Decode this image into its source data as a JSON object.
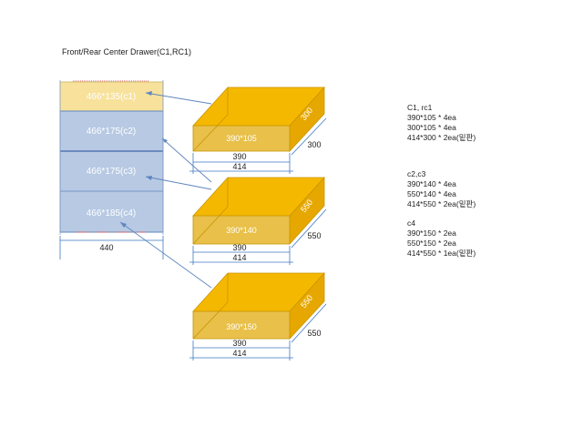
{
  "title": "Front/Rear  Center Drawer(C1,RC1)",
  "cabinet": {
    "top_label": "466*135(c1)",
    "drawers": [
      "466*175(c2)",
      "466*175(c3)",
      "466*185(c4)"
    ],
    "width_label": "440"
  },
  "boxes": [
    {
      "face": "390*105",
      "side": "300",
      "depth": "300",
      "inner": "390",
      "outer": "414"
    },
    {
      "face": "390*140",
      "side": "550",
      "depth": "550",
      "inner": "390",
      "outer": "414"
    },
    {
      "face": "390*150",
      "side": "550",
      "depth": "550",
      "inner": "390",
      "outer": "414"
    }
  ],
  "notes": [
    {
      "heading": "C1, rc1",
      "lines": [
        "390*105  * 4ea",
        "300*105  * 4ea",
        "414*300  * 2ea(밑판)"
      ]
    },
    {
      "heading": "c2,c3",
      "lines": [
        "390*140  * 4ea",
        "550*140  * 4ea",
        "414*550  * 2ea(밑판)"
      ]
    },
    {
      "heading": "c4",
      "lines": [
        "390*150  * 2ea",
        "550*150  * 2ea",
        "414*550  * 1ea(밑판)"
      ]
    }
  ],
  "colors": {
    "box_fill": "#f5b800",
    "box_dark": "#c89400",
    "blue": "#5f86bd",
    "cabinet_fill": "#b7c9e3",
    "top_fill": "#f8e19a",
    "dim": "#3c78c4"
  }
}
